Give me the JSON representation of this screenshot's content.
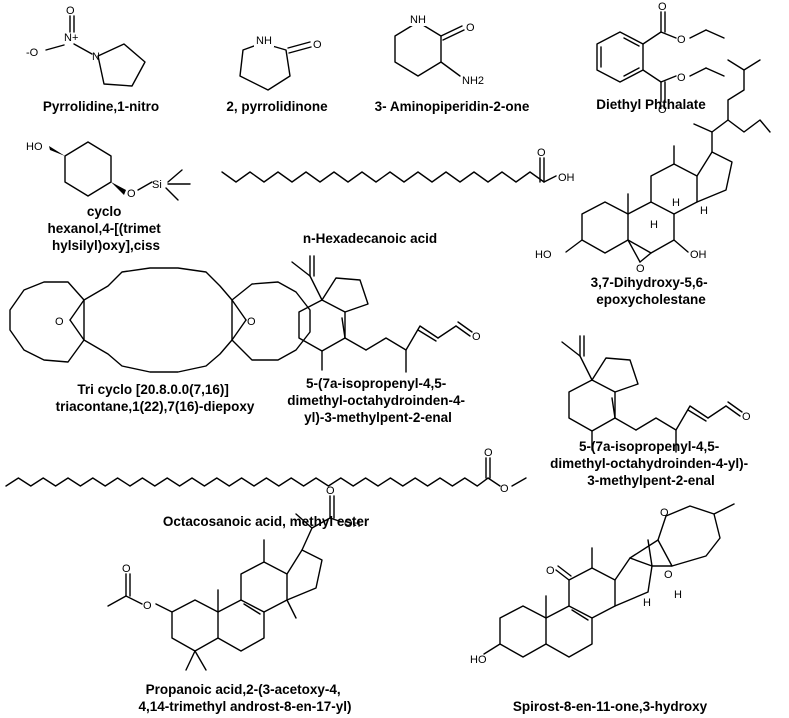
{
  "compounds": [
    {
      "lines": [
        "Pyrrolidine,1-nitro"
      ]
    },
    {
      "lines": [
        "2, pyrrolidinone"
      ]
    },
    {
      "lines": [
        "3- Aminopiperidin-2-one"
      ]
    },
    {
      "lines": [
        "Diethyl Phthalate"
      ]
    },
    {
      "lines": [
        "cyclo",
        "hexanol,4-[(trimet",
        "hylsilyl)oxy],ciss"
      ]
    },
    {
      "lines": [
        "n-Hexadecanoic acid"
      ]
    },
    {
      "lines": [
        "3,7-Dihydroxy-5,6-",
        "epoxycholestane"
      ]
    },
    {
      "lines": [
        "Tri cyclo [20.8.0.0(7,16)]",
        "triacontane,1(22),7(16)-diepoxy"
      ]
    },
    {
      "lines": [
        "5-(7a-isopropenyl-4,5-",
        "dimethyl-octahydroinden-4-",
        "yl)-3-methylpent-2-enal"
      ]
    },
    {
      "lines": [
        "5-(7a-isopropenyl-4,5-",
        "dimethyl-octahydroinden-4-yl)-",
        "3-methylpent-2-enal"
      ]
    },
    {
      "lines": [
        "Octacosanoic acid, methyl ester"
      ]
    },
    {
      "lines": [
        "Propanoic acid,2-(3-acetoxy-4,",
        "4,14-trimethyl androst-8-en-17-yl)"
      ]
    },
    {
      "lines": [
        "Spirost-8-en-11-one,3-hydroxy"
      ]
    }
  ],
  "atoms": {
    "o": "O",
    "n": "N",
    "nplus": "N+",
    "ominus": "-O",
    "nh": "NH",
    "h": "H",
    "nh2": "NH2",
    "oh": "OH",
    "ho": "HO",
    "si": "Si",
    "oh_acid": "OH"
  }
}
